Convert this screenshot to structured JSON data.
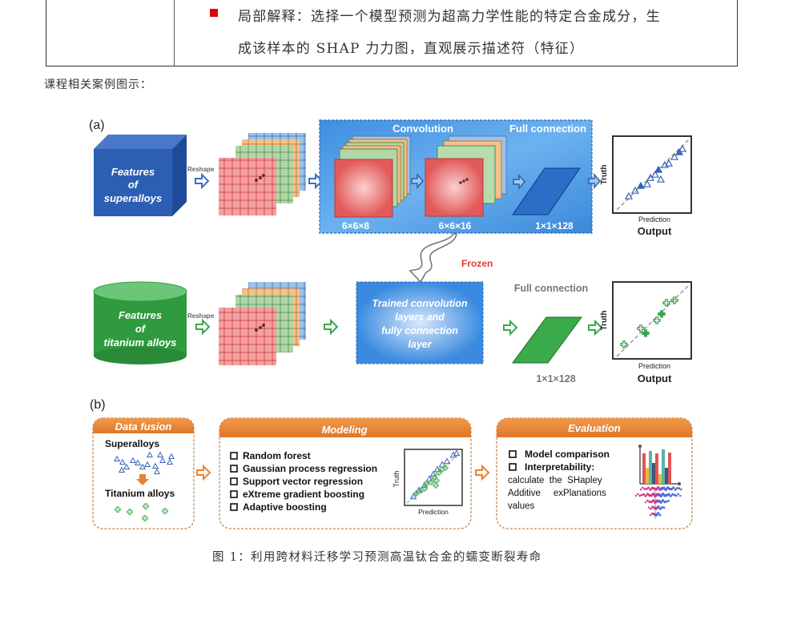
{
  "table": {
    "bullet_color": "#e00000",
    "line1": "局部解释：选择一个模型预测为超高力学性能的特定合金成分，生",
    "line2": "成该样本的 SHAP 力力图，直观展示描述符（特征）"
  },
  "intro_text": "课程相关案例图示：",
  "figure": {
    "panel_a": {
      "label": "(a)",
      "source_top": [
        "Features",
        "of",
        "superalloys"
      ],
      "source_bottom": [
        "Features",
        "of",
        "titanium alloys"
      ],
      "reshape_label": "Reshape",
      "convolution_label": "Convolution",
      "full_connection_label": "Full connection",
      "dims": [
        "6×6×8",
        "6×6×16",
        "1×1×128"
      ],
      "frozen_label": "Frozen",
      "trained_block": [
        "Trained convolution",
        "layers and",
        "fully connection",
        "layer"
      ],
      "full_connection_bottom": "Full connection",
      "dim_bottom": "1×1×128",
      "plot_xlabel": "Prediction",
      "plot_ylabel": "Truth",
      "output_label": "Output"
    },
    "panel_b": {
      "label": "(b)",
      "data_fusion": {
        "title": "Data fusion",
        "superalloys": "Superalloys",
        "titanium": "Titanium alloys"
      },
      "modeling": {
        "title": "Modeling",
        "items": [
          "Random forest",
          "Gaussian process regression",
          "Support vector regression",
          "eXtreme gradient boosting",
          "Adaptive boosting"
        ],
        "plot_xlabel": "Prediction",
        "plot_ylabel": "Truth"
      },
      "evaluation": {
        "title": "Evaluation",
        "item1": "Model comparison",
        "item2": "Interpretability:",
        "desc": [
          "calculate  the  SHapley",
          "Additive     exPlanations",
          "values"
        ]
      }
    },
    "colors": {
      "blue": "#2f7fd6",
      "orange": "#e8822f",
      "green": "#3aa84a",
      "red": "#e03030"
    }
  },
  "caption": "图 1：利用跨材料迁移学习预测高温钛合金的蠕变断裂寿命"
}
